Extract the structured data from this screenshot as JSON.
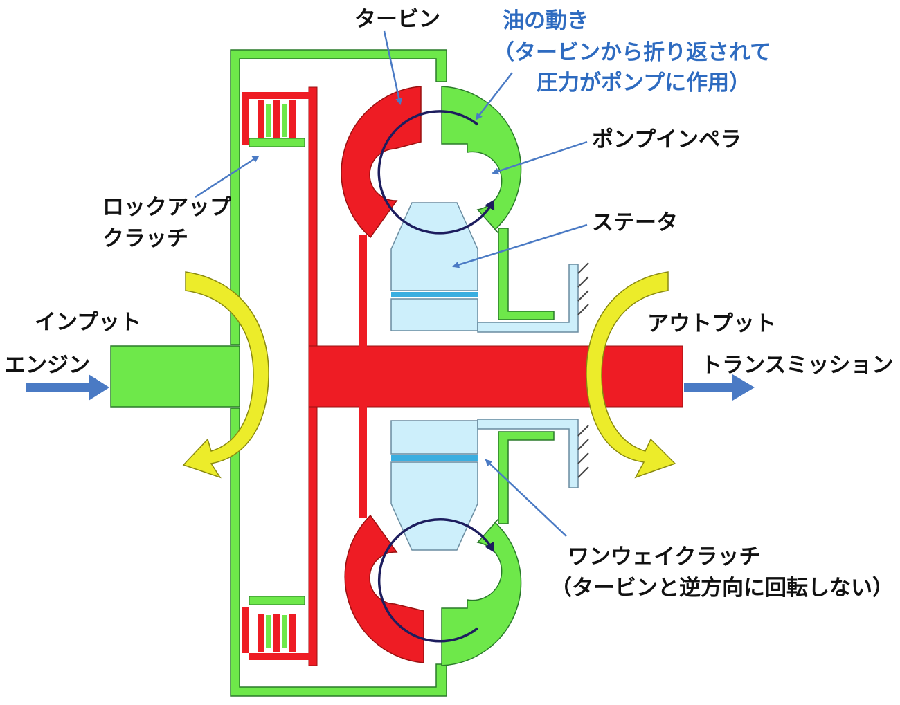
{
  "colors": {
    "pump": "#6ee84a",
    "turbine": "#ee1c24",
    "stator": "#cdeffb",
    "stator_band": "#3aaee0",
    "flow_arrow": "#ecec2a",
    "io_arrow": "#4a7ac4",
    "oil_arrow": "#1d1d5e",
    "label_blue": "#2e6bc0"
  },
  "labels": {
    "turbine": "タービン",
    "oil_flow": {
      "line1": "油の動き",
      "line2": "（タービンから折り返されて",
      "line3": "圧力がポンプに作用）"
    },
    "pump_impeller": "ポンプインペラ",
    "lockup_clutch": {
      "line1": "ロックアップ",
      "line2": "クラッチ"
    },
    "stator": "ステータ",
    "input": "インプット",
    "engine": "エンジン",
    "output": "アウトプット",
    "transmission": "トランスミッション",
    "one_way_clutch": {
      "line1": "ワンウェイクラッチ",
      "line2": "（タービンと逆方向に回転しない）"
    }
  }
}
